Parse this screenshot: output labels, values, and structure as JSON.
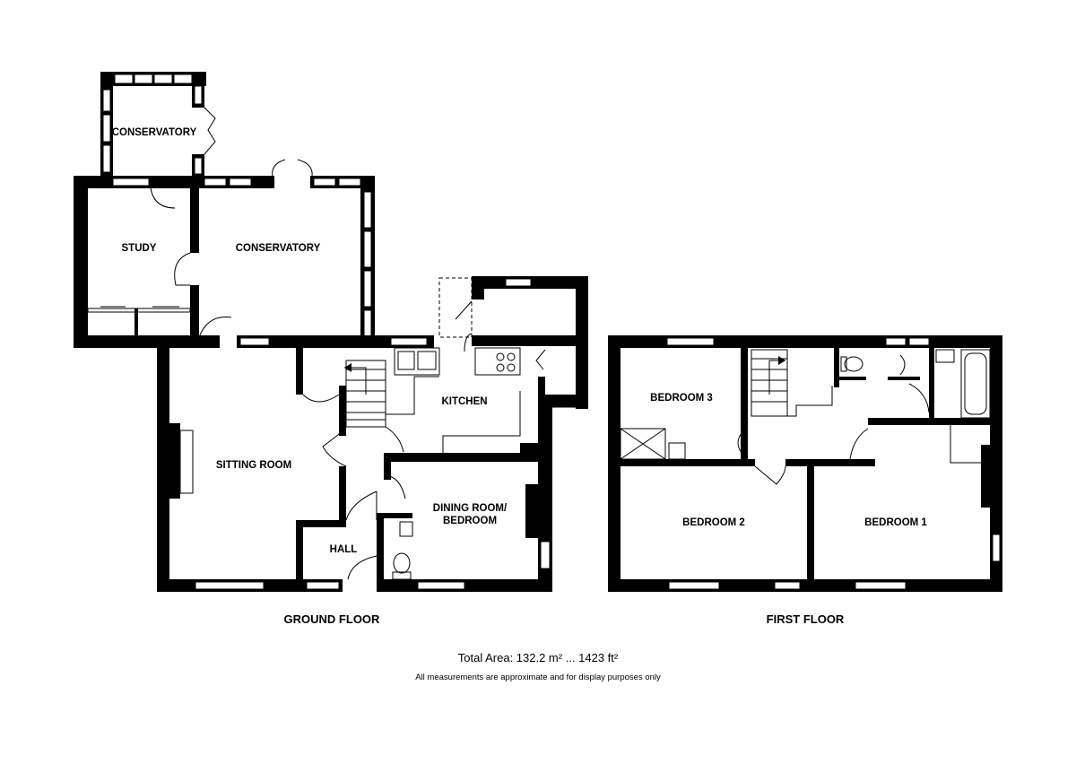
{
  "rooms": {
    "conservatory_small": "CONSERVATORY",
    "study": "STUDY",
    "conservatory_large": "CONSERVATORY",
    "sitting_room": "SITTING ROOM",
    "kitchen": "KITCHEN",
    "dining_room_line1": "DINING ROOM/",
    "dining_room_line2": "BEDROOM",
    "hall": "HALL",
    "bedroom_3": "BEDROOM 3",
    "bedroom_2": "BEDROOM 2",
    "bedroom_1": "BEDROOM 1"
  },
  "floors": {
    "ground": "GROUND FLOOR",
    "first": "FIRST FLOOR"
  },
  "footer": {
    "total_area": "Total Area: 132.2 m² ... 1423 ft²",
    "disclaimer": "All measurements are approximate and for display purposes only"
  },
  "colors": {
    "wall": "#000000",
    "background": "#ffffff"
  }
}
